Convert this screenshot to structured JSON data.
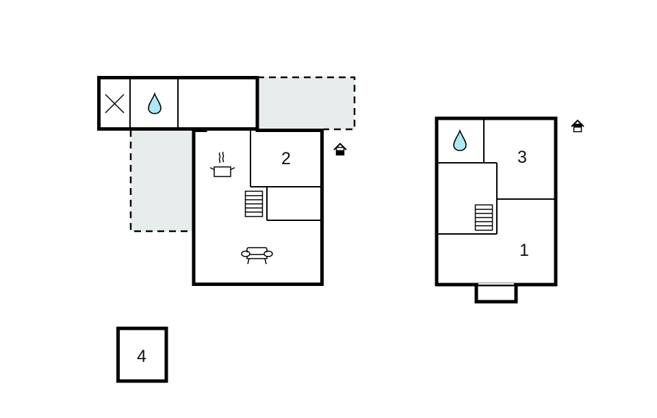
{
  "floorplan": {
    "ground_floor": {
      "rooms": [
        {
          "id": "wc",
          "icon": "toilet-x-icon"
        },
        {
          "id": "bathroom",
          "icon": "water-drop-icon"
        },
        {
          "id": "storage"
        },
        {
          "id": "kitchen-living",
          "icons": [
            "cooking-pot-icon",
            "sofa-icon",
            "stairs-icon"
          ]
        },
        {
          "id": "bedroom-2",
          "label": "2"
        },
        {
          "id": "closet"
        }
      ],
      "terraces": 2,
      "entrance_icon": "entrance-icon"
    },
    "upper_floor": {
      "rooms": [
        {
          "id": "bathroom",
          "icon": "water-drop-icon"
        },
        {
          "id": "bedroom-3",
          "label": "3"
        },
        {
          "id": "hall",
          "icon": "stairs-icon"
        },
        {
          "id": "bedroom-1",
          "label": "1"
        }
      ],
      "entrance_icon": "entrance-icon"
    },
    "annex": {
      "rooms": [
        {
          "id": "bedroom-4",
          "label": "4"
        }
      ]
    }
  },
  "colors": {
    "walls": "#000000",
    "terrace": "#e7eded",
    "water": "#aee8f3",
    "background": "#ffffff"
  }
}
